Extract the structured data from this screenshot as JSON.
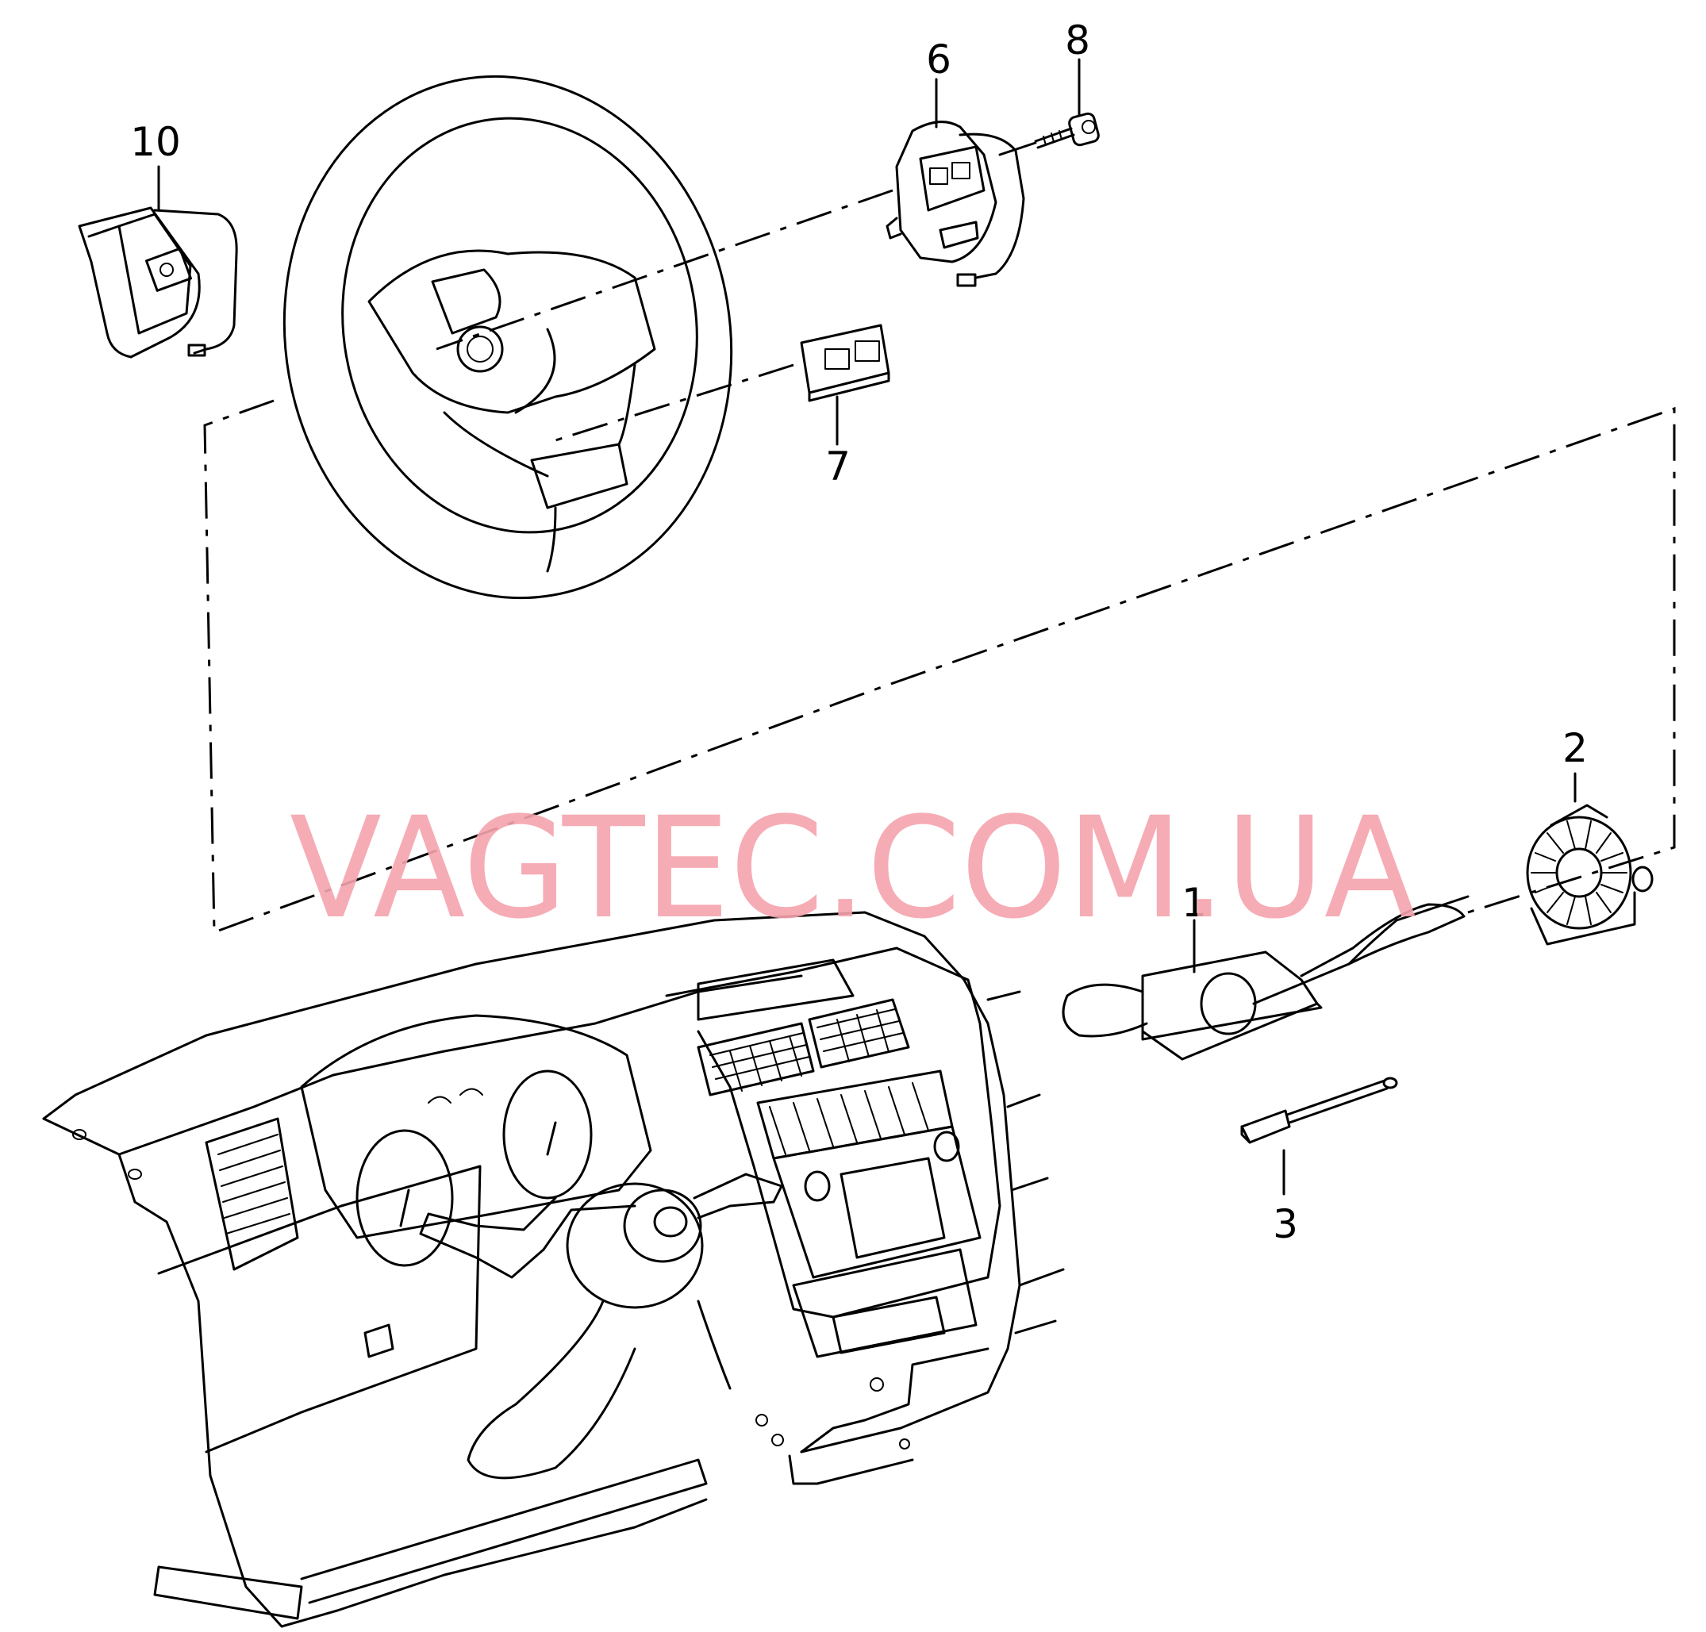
{
  "diagram": {
    "callouts": [
      {
        "id": "callout-1",
        "text": "1"
      },
      {
        "id": "callout-2",
        "text": "2"
      },
      {
        "id": "callout-3",
        "text": "3"
      },
      {
        "id": "callout-6",
        "text": "6"
      },
      {
        "id": "callout-7",
        "text": "7"
      },
      {
        "id": "callout-8",
        "text": "8"
      },
      {
        "id": "callout-10",
        "text": "10"
      }
    ],
    "watermark": "VAGTEC.COM.UA"
  }
}
